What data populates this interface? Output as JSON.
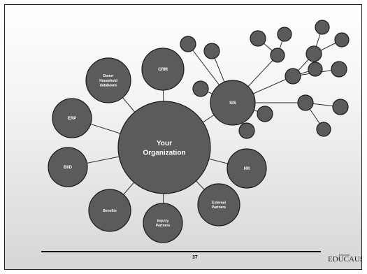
{
  "diagram": {
    "center": {
      "label_lines": [
        "Your",
        "Organization"
      ]
    },
    "spokes": [
      {
        "id": "crm",
        "label_lines": [
          "CRM"
        ]
      },
      {
        "id": "donor-household",
        "label_lines": [
          "Donor",
          "Household",
          "databases"
        ]
      },
      {
        "id": "erp",
        "label_lines": [
          "ERP"
        ]
      },
      {
        "id": "bi",
        "label_lines": [
          "BI/D"
        ]
      },
      {
        "id": "benefits",
        "label_lines": [
          "Benefits"
        ]
      },
      {
        "id": "inquiry",
        "label_lines": [
          "Inquiry",
          "Partners"
        ]
      },
      {
        "id": "external",
        "label_lines": [
          "External",
          "Partners"
        ]
      },
      {
        "id": "hr",
        "label_lines": [
          "HR"
        ]
      },
      {
        "id": "sis",
        "label_lines": [
          "SIS"
        ]
      }
    ]
  },
  "footer": {
    "page_number": "37",
    "logo_small": "Educause",
    "logo_big": "EDUCAUSE"
  }
}
